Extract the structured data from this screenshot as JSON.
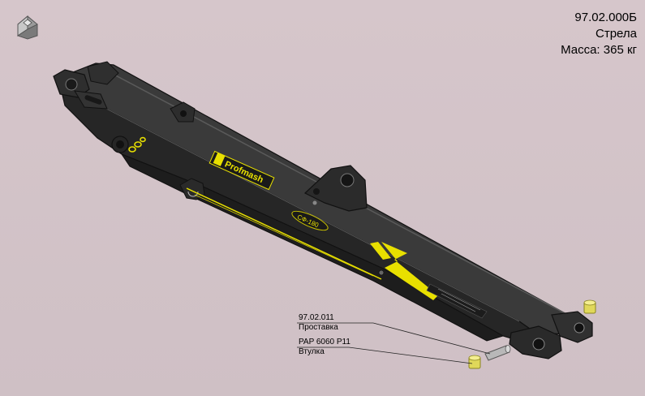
{
  "header": {
    "part_number": "97.02.000Б",
    "part_name": "Стрела",
    "mass_text": "Масса: 365 кг"
  },
  "toolbar": {
    "home_icon": "home-view-icon"
  },
  "model": {
    "brand_label": "Profmash",
    "model_label": "СФ-180"
  },
  "callouts": [
    {
      "code": "97.02.011",
      "name": "Проставка"
    },
    {
      "code": "PAP 6060 P11",
      "name": "Втулка"
    }
  ],
  "colors": {
    "background": "#d2c3c8",
    "boom": "#2b2b2b",
    "accent_yellow": "#e8e000",
    "bushing": "#e0d85a",
    "spacer": "#b8b8b8"
  }
}
